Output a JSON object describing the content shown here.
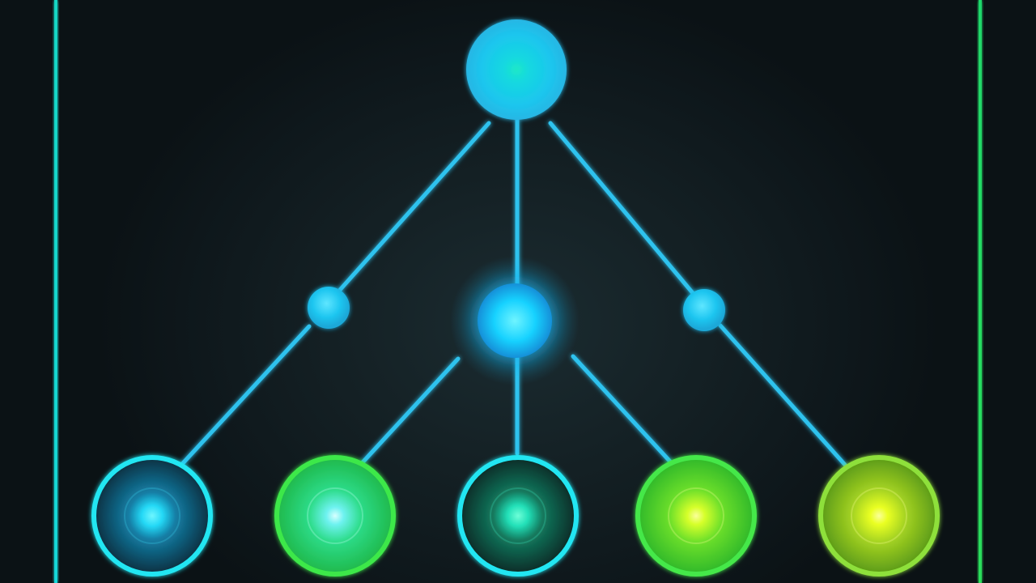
{
  "diagram": {
    "type": "tree",
    "colors": {
      "background": "#0c1418",
      "edge": "#2ec2ee",
      "frame_left": "#19d6c4",
      "frame_right": "#1fd86a",
      "node_blue": "#1ecbf0",
      "ring_cyan": "#22e6f2",
      "ring_green": "#3ee84a",
      "ring_lime": "#8ee03a"
    },
    "nodes": [
      {
        "id": "root",
        "kind": "root",
        "color": "#1ecbf0"
      },
      {
        "id": "left-hub",
        "kind": "hub",
        "color": "#1ec8f2"
      },
      {
        "id": "center-hub",
        "kind": "hub-glow",
        "color": "#18d4ff"
      },
      {
        "id": "right-hub",
        "kind": "hub",
        "color": "#1ec8f2"
      },
      {
        "id": "leaf-1",
        "kind": "leaf",
        "ring": "#22e6f2",
        "fill": "#0f3d52",
        "core": "#2ee0ff"
      },
      {
        "id": "leaf-2",
        "kind": "leaf",
        "ring": "#3ee84a",
        "fill": "#27c84e",
        "core": "#9ff8ff"
      },
      {
        "id": "leaf-3",
        "kind": "leaf",
        "ring": "#22e6f2",
        "fill": "#0d3a32",
        "core": "#2cf0c8"
      },
      {
        "id": "leaf-4",
        "kind": "leaf",
        "ring": "#45e84a",
        "fill": "#3cc832",
        "core": "#d8ff30"
      },
      {
        "id": "leaf-5",
        "kind": "leaf",
        "ring": "#8ee03a",
        "fill": "#68a81c",
        "core": "#f0ff30"
      }
    ],
    "edges": [
      [
        "root",
        "left-hub"
      ],
      [
        "root",
        "center-hub"
      ],
      [
        "root",
        "right-hub"
      ],
      [
        "left-hub",
        "leaf-1"
      ],
      [
        "center-hub",
        "leaf-2"
      ],
      [
        "center-hub",
        "leaf-3"
      ],
      [
        "center-hub",
        "leaf-4"
      ],
      [
        "right-hub",
        "leaf-5"
      ]
    ],
    "dangling_edges": [
      "right-hub"
    ]
  }
}
